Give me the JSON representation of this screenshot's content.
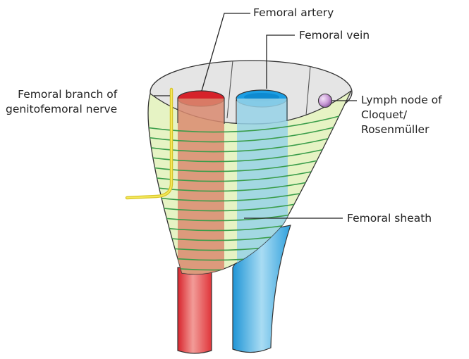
{
  "labels": {
    "artery": "Femoral artery",
    "vein": "Femoral vein",
    "nerve": "Femoral branch of\ngenitofemoral nerve",
    "lymph": "Lymph node of\nCloquet/\nRosenmüller",
    "sheath": "Femoral sheath"
  },
  "colors": {
    "artery": "#e8333a",
    "vein": "#2fa9e6",
    "sheath": "#e6f3c4",
    "sheath_stripes": "#3a9d4a",
    "nerve": "#f0e040",
    "lymph_node": "#c99ad6",
    "funnel_top": "#e5e5e5",
    "outline": "#333333"
  },
  "icons": {
    "lymph_node": "purple-sphere"
  }
}
